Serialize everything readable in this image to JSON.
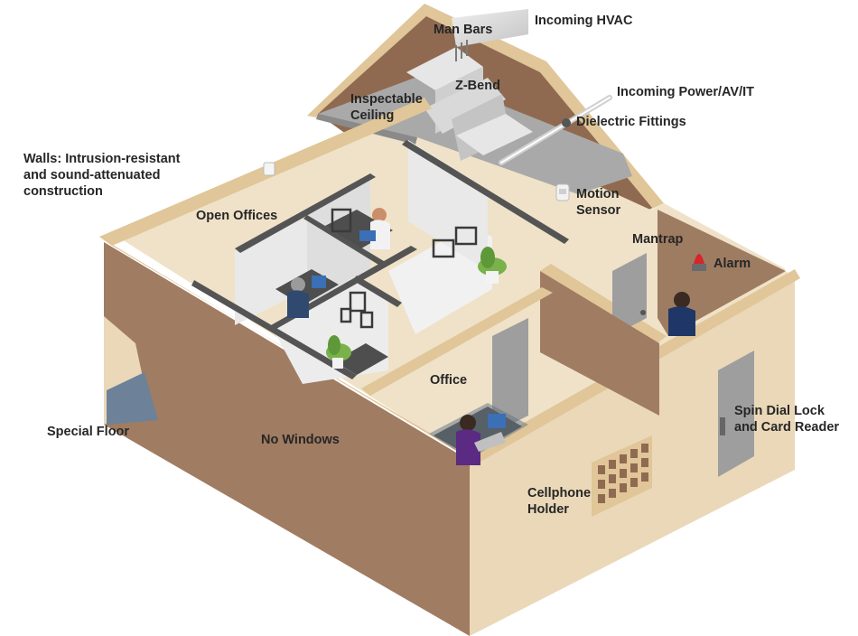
{
  "labels": {
    "incoming_hvac": "Incoming HVAC",
    "man_bars": "Man Bars",
    "z_bend": "Z-Bend",
    "inspectable_ceiling": [
      "Inspectable",
      "Ceiling"
    ],
    "incoming_power": "Incoming Power/AV/IT",
    "dielectric_fittings": "Dielectric Fittings",
    "walls": [
      "Walls: Intrusion-resistant",
      "and sound-attenuated",
      "construction"
    ],
    "motion_sensor": [
      "Motion",
      "Sensor"
    ],
    "open_offices": "Open Offices",
    "mantrap": "Mantrap",
    "alarm": "Alarm",
    "office": "Office",
    "special_floor": "Special Floor",
    "no_windows": "No Windows",
    "spin_dial_lock": [
      "Spin Dial Lock",
      "and Card Reader"
    ],
    "cellphone_holder": [
      "Cellphone",
      "Holder"
    ]
  },
  "colors": {
    "wall_outer": "#a07c62",
    "wall_cap": "#e0c698",
    "wall_light": "#ead8b8",
    "floor": "#efe2c8",
    "ceiling_brown": "#8f6a50",
    "partition": "#e9e9e9",
    "partition_top": "#545454",
    "duct": "#dcdcdc",
    "duct_shade": "#b8b8b8",
    "ceiling_grey": "#a9a9a9",
    "door": "#9e9e9e",
    "carpet": "#5f7080",
    "alarm_red": "#d6262a",
    "plant": "#79b14a",
    "label": "#262626"
  }
}
